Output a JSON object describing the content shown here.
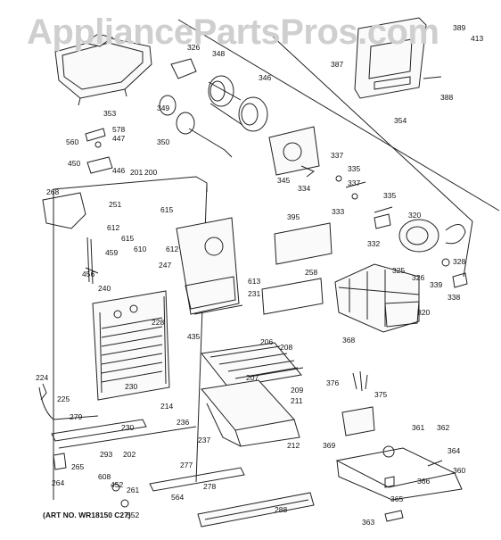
{
  "watermark": "AppliancePartsPros.com",
  "art_number": "(ART NO. WR18150 C27)",
  "labels": [
    {
      "id": "lbl-326a",
      "text": "326"
    },
    {
      "id": "lbl-348",
      "text": "348"
    },
    {
      "id": "lbl-346",
      "text": "346"
    },
    {
      "id": "lbl-387",
      "text": "387"
    },
    {
      "id": "lbl-388",
      "text": "388"
    },
    {
      "id": "lbl-353",
      "text": "353"
    },
    {
      "id": "lbl-349",
      "text": "349"
    },
    {
      "id": "lbl-350",
      "text": "350"
    },
    {
      "id": "lbl-578",
      "text": "578"
    },
    {
      "id": "lbl-447",
      "text": "447"
    },
    {
      "id": "lbl-560",
      "text": "560"
    },
    {
      "id": "lbl-450",
      "text": "450"
    },
    {
      "id": "lbl-446",
      "text": "446"
    },
    {
      "id": "lbl-354",
      "text": "354"
    },
    {
      "id": "lbl-337a",
      "text": "337"
    },
    {
      "id": "lbl-335a",
      "text": "335"
    },
    {
      "id": "lbl-337b",
      "text": "337"
    },
    {
      "id": "lbl-335b",
      "text": "335"
    },
    {
      "id": "lbl-345",
      "text": "345"
    },
    {
      "id": "lbl-334",
      "text": "334"
    },
    {
      "id": "lbl-333",
      "text": "333"
    },
    {
      "id": "lbl-201",
      "text": "201"
    },
    {
      "id": "lbl-200",
      "text": "200"
    },
    {
      "id": "lbl-268",
      "text": "268"
    },
    {
      "id": "lbl-251",
      "text": "251"
    },
    {
      "id": "lbl-615a",
      "text": "615"
    },
    {
      "id": "lbl-612a",
      "text": "612"
    },
    {
      "id": "lbl-615b",
      "text": "615"
    },
    {
      "id": "lbl-610",
      "text": "610"
    },
    {
      "id": "lbl-612b",
      "text": "612"
    },
    {
      "id": "lbl-395",
      "text": "395"
    },
    {
      "id": "lbl-320",
      "text": "320"
    },
    {
      "id": "lbl-332",
      "text": "332"
    },
    {
      "id": "lbl-459",
      "text": "459"
    },
    {
      "id": "lbl-247",
      "text": "247"
    },
    {
      "id": "lbl-456",
      "text": "456"
    },
    {
      "id": "lbl-613",
      "text": "613"
    },
    {
      "id": "lbl-258",
      "text": "258"
    },
    {
      "id": "lbl-325",
      "text": "325"
    },
    {
      "id": "lbl-326b",
      "text": "326"
    },
    {
      "id": "lbl-328",
      "text": "328"
    },
    {
      "id": "lbl-339",
      "text": "339"
    },
    {
      "id": "lbl-338",
      "text": "338"
    },
    {
      "id": "lbl-240",
      "text": "240"
    },
    {
      "id": "lbl-231",
      "text": "231"
    },
    {
      "id": "lbl-820",
      "text": "820"
    },
    {
      "id": "lbl-228",
      "text": "228"
    },
    {
      "id": "lbl-435",
      "text": "435"
    },
    {
      "id": "lbl-368",
      "text": "368"
    },
    {
      "id": "lbl-206",
      "text": "206"
    },
    {
      "id": "lbl-208",
      "text": "208"
    },
    {
      "id": "lbl-224",
      "text": "224"
    },
    {
      "id": "lbl-207",
      "text": "207"
    },
    {
      "id": "lbl-376",
      "text": "376"
    },
    {
      "id": "lbl-230a",
      "text": "230"
    },
    {
      "id": "lbl-209",
      "text": "209"
    },
    {
      "id": "lbl-375",
      "text": "375"
    },
    {
      "id": "lbl-225",
      "text": "225"
    },
    {
      "id": "lbl-211",
      "text": "211"
    },
    {
      "id": "lbl-214",
      "text": "214"
    },
    {
      "id": "lbl-279",
      "text": "279"
    },
    {
      "id": "lbl-236",
      "text": "236"
    },
    {
      "id": "lbl-230b",
      "text": "230"
    },
    {
      "id": "lbl-237",
      "text": "237"
    },
    {
      "id": "lbl-361",
      "text": "361"
    },
    {
      "id": "lbl-362",
      "text": "362"
    },
    {
      "id": "lbl-369",
      "text": "369"
    },
    {
      "id": "lbl-212",
      "text": "212"
    },
    {
      "id": "lbl-202",
      "text": "202"
    },
    {
      "id": "lbl-293",
      "text": "293"
    },
    {
      "id": "lbl-364",
      "text": "364"
    },
    {
      "id": "lbl-265",
      "text": "265"
    },
    {
      "id": "lbl-277",
      "text": "277"
    },
    {
      "id": "lbl-608",
      "text": "608"
    },
    {
      "id": "lbl-360",
      "text": "360"
    },
    {
      "id": "lbl-264",
      "text": "264"
    },
    {
      "id": "lbl-452",
      "text": "452"
    },
    {
      "id": "lbl-261",
      "text": "261"
    },
    {
      "id": "lbl-366",
      "text": "366"
    },
    {
      "id": "lbl-278",
      "text": "278"
    },
    {
      "id": "lbl-564",
      "text": "564"
    },
    {
      "id": "lbl-365",
      "text": "365"
    },
    {
      "id": "lbl-552",
      "text": "552"
    },
    {
      "id": "lbl-288",
      "text": "288"
    },
    {
      "id": "lbl-363",
      "text": "363"
    },
    {
      "id": "lbl-389",
      "text": "389"
    },
    {
      "id": "lbl-413",
      "text": "413"
    }
  ]
}
